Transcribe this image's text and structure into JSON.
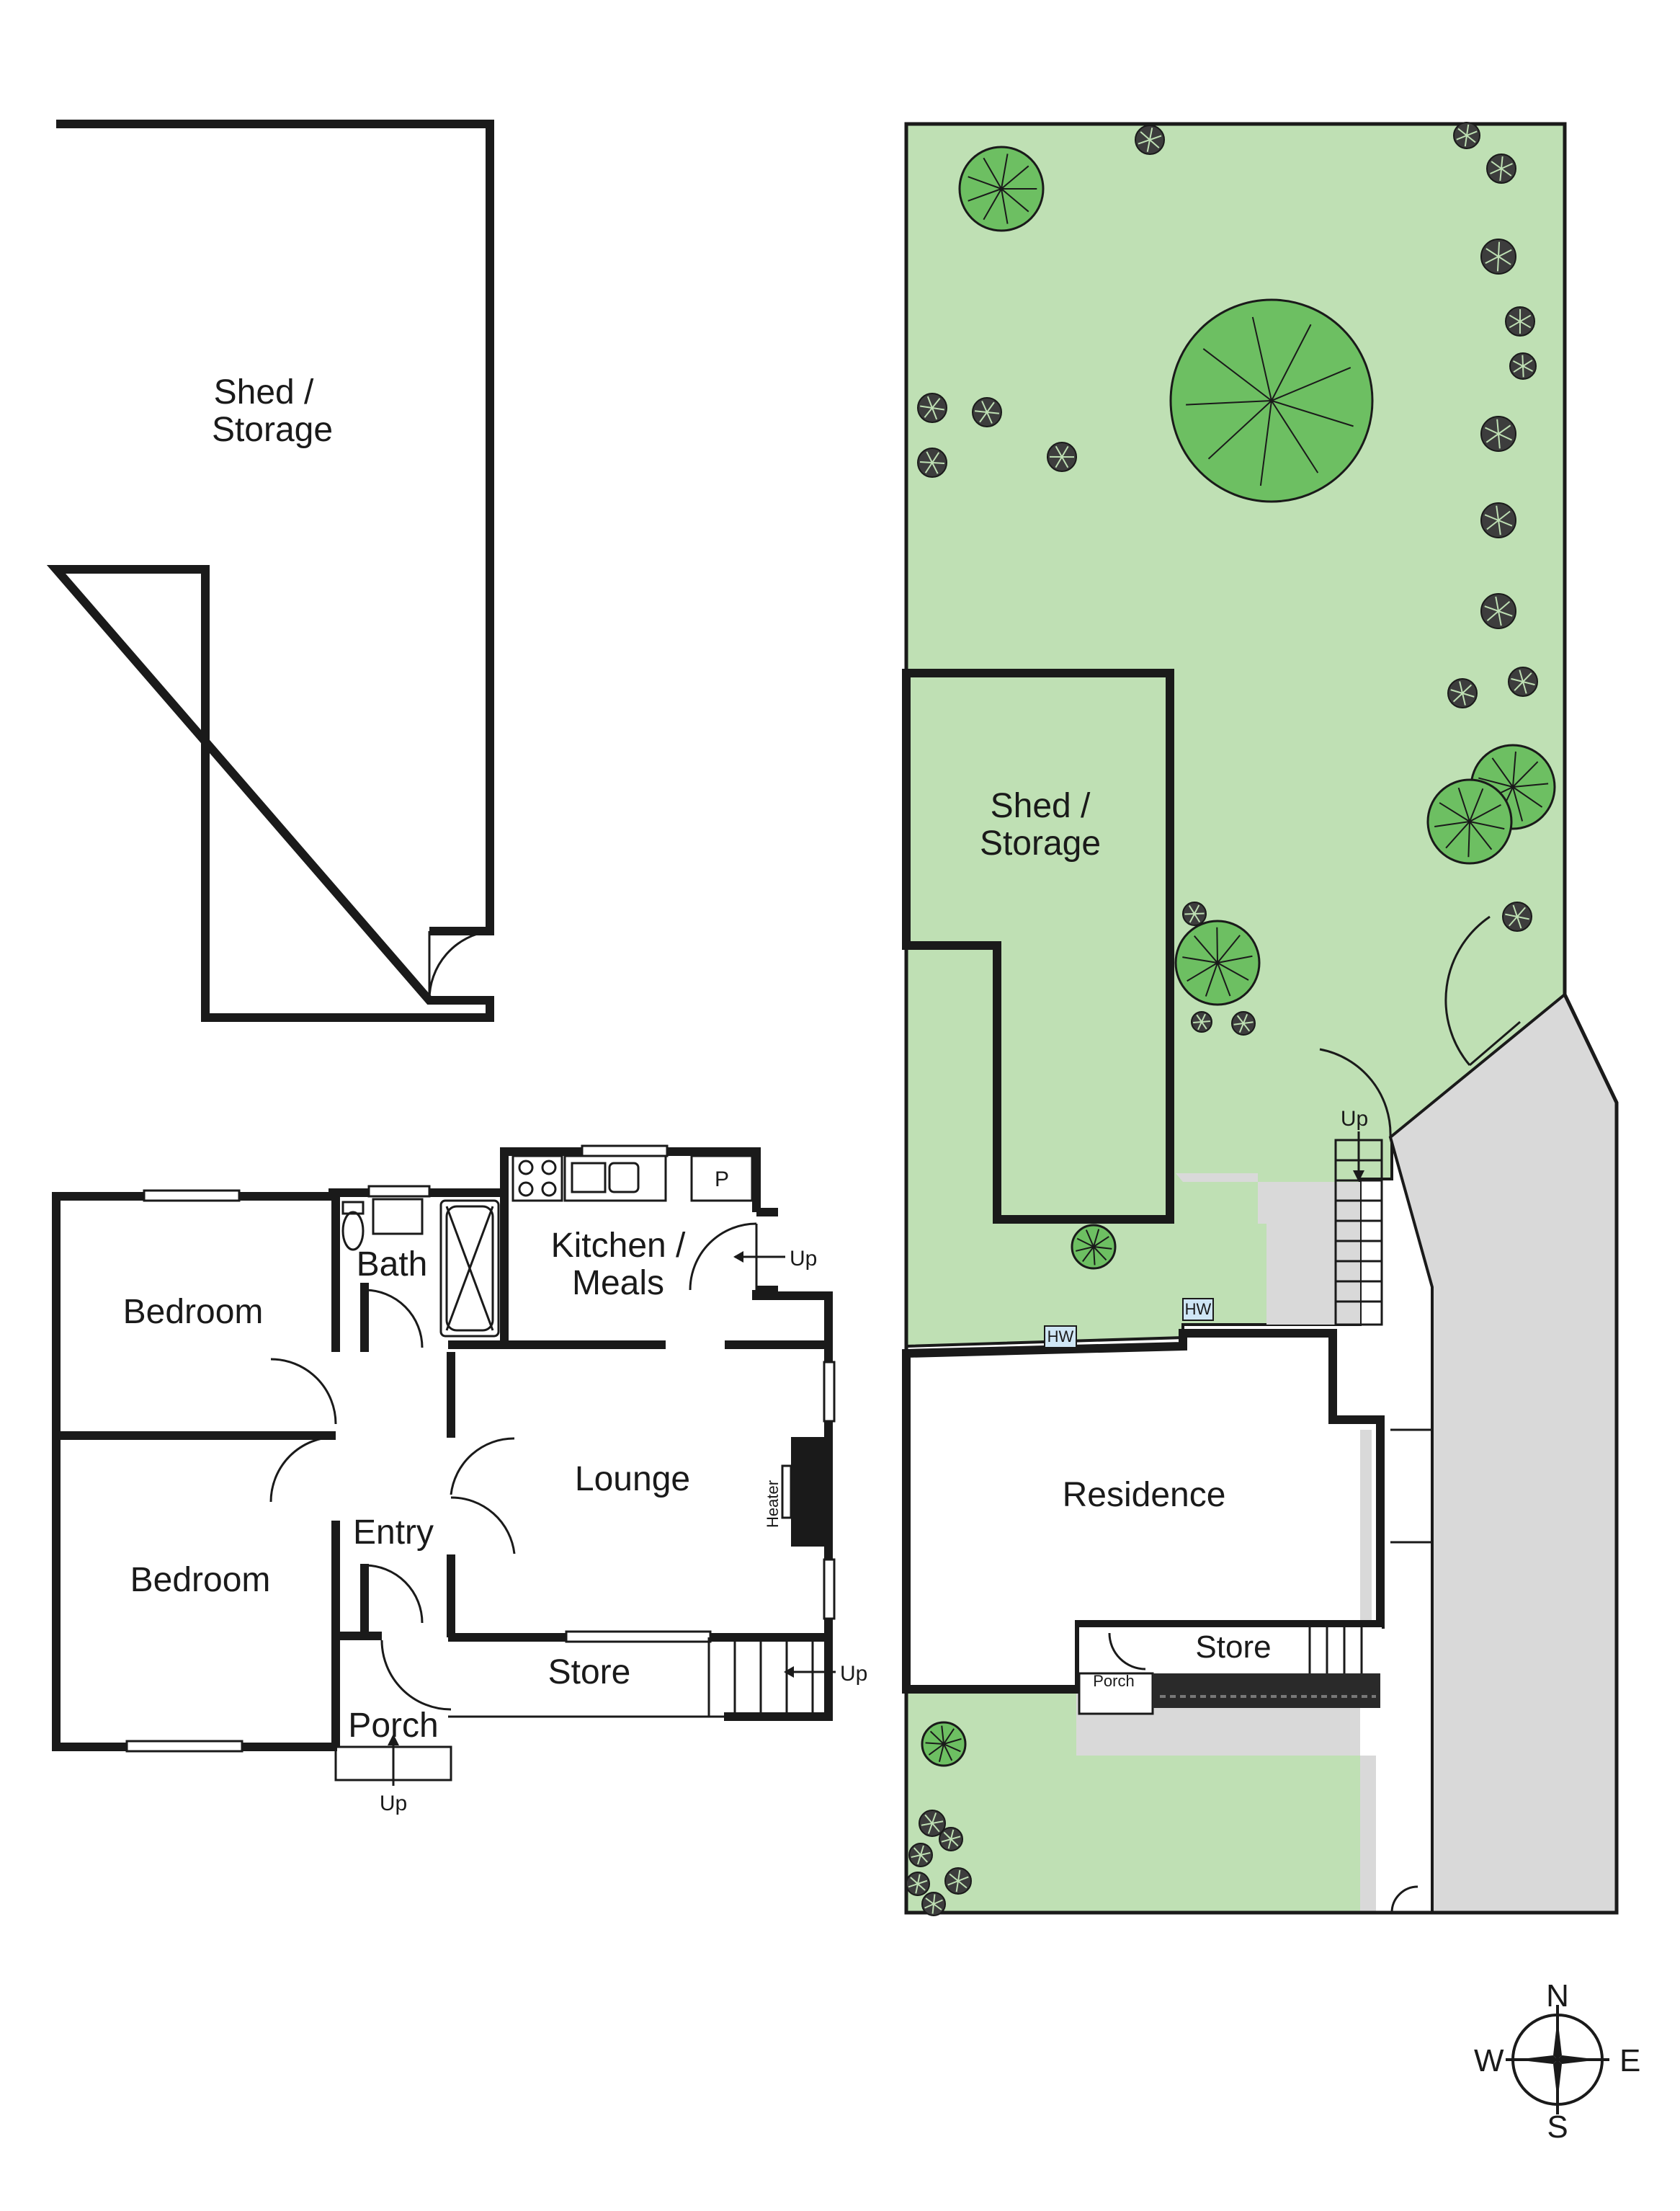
{
  "floorplan": {
    "shed": {
      "label_line1": "Shed /",
      "label_line2": "Storage"
    },
    "rooms": {
      "bedroom_top": "Bedroom",
      "bedroom_bottom": "Bedroom",
      "bath": "Bath",
      "kitchen_line1": "Kitchen /",
      "kitchen_line2": "Meals",
      "pantry": "P",
      "lounge": "Lounge",
      "heater": "Heater",
      "entry": "Entry",
      "store": "Store",
      "porch": "Porch"
    },
    "arrows": {
      "up_kitchen": "Up",
      "up_store": "Up",
      "up_porch": "Up"
    }
  },
  "siteplan": {
    "shed_line1": "Shed /",
    "shed_line2": "Storage",
    "residence": "Residence",
    "store": "Store",
    "porch": "Porch",
    "up": "Up",
    "hw1": "HW",
    "hw2": "HW"
  },
  "compass": {
    "n": "N",
    "e": "E",
    "s": "S",
    "w": "W"
  },
  "colors": {
    "lawn": "#bfe0b4",
    "tree": "#6dbf62",
    "paving": "#d9d9d9",
    "hw_box": "#cfe6f5"
  }
}
